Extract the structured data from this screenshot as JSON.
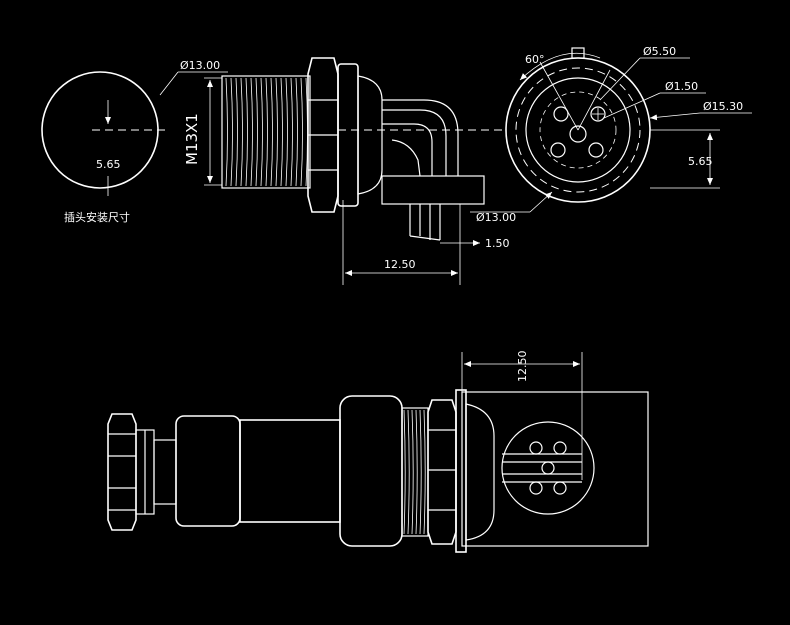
{
  "dims": {
    "panel_diameter": "Ø13.00",
    "panel_offset_left": "5.65",
    "thread_spec": "M13X1",
    "panel_hole_caption": "插头安装尺寸",
    "angle": "60°",
    "inner_diameter": "Ø5.50",
    "pin_diameter": "Ø1.50",
    "outer_diameter": "Ø15.30",
    "panel_offset_right": "5.65",
    "panel_diameter_bottom": "Ø13.00",
    "tail_dim": "1.50",
    "length_top": "12.50",
    "length_bottom": "12.50"
  }
}
